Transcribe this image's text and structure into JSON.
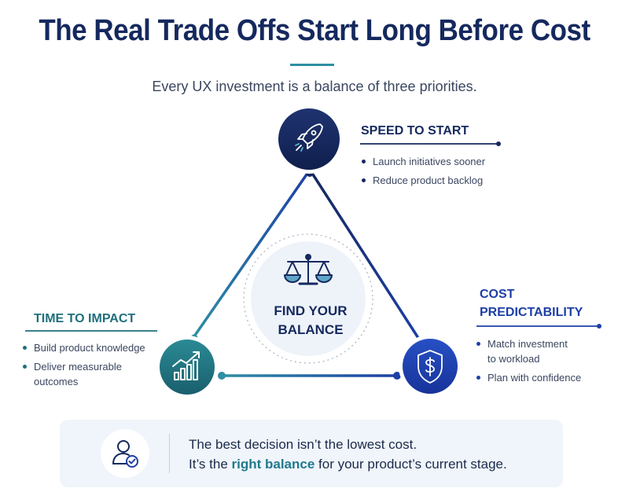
{
  "header": {
    "title": "The Real Trade Offs Start Long Before Cost",
    "subtitle": "Every UX investment is a balance of three priorities."
  },
  "hub": {
    "icon": "scales-icon",
    "label_line1": "FIND YOUR",
    "label_line2": "BALANCE"
  },
  "nodes": {
    "speed": {
      "icon": "rocket-icon",
      "title": "SPEED TO START",
      "items": [
        "Launch initiatives sooner",
        "Reduce product backlog"
      ],
      "color": "#15295e"
    },
    "impact": {
      "icon": "growth-chart-icon",
      "title": "TIME TO IMPACT",
      "items": [
        "Build product knowledge",
        "Deliver measurable",
        "outcomes"
      ],
      "color": "#1f6f7c"
    },
    "cost": {
      "icon": "shield-dollar-icon",
      "title_line1": "COST",
      "title_line2": "PREDICTABILITY",
      "items": [
        "Match investment",
        "to workload",
        "Plan with confidence"
      ],
      "color": "#1d3fa6"
    }
  },
  "banner": {
    "icon": "user-check-icon",
    "line1": "The best decision isn’t the lowest cost.",
    "line2_before": "It’s the ",
    "line2_highlight": "right balance",
    "line2_after": " for your product’s current stage."
  },
  "colors": {
    "navy": "#15295e",
    "teal": "#1f6f7c",
    "blue": "#1d3fa6",
    "accent": "#2e8fa3"
  }
}
